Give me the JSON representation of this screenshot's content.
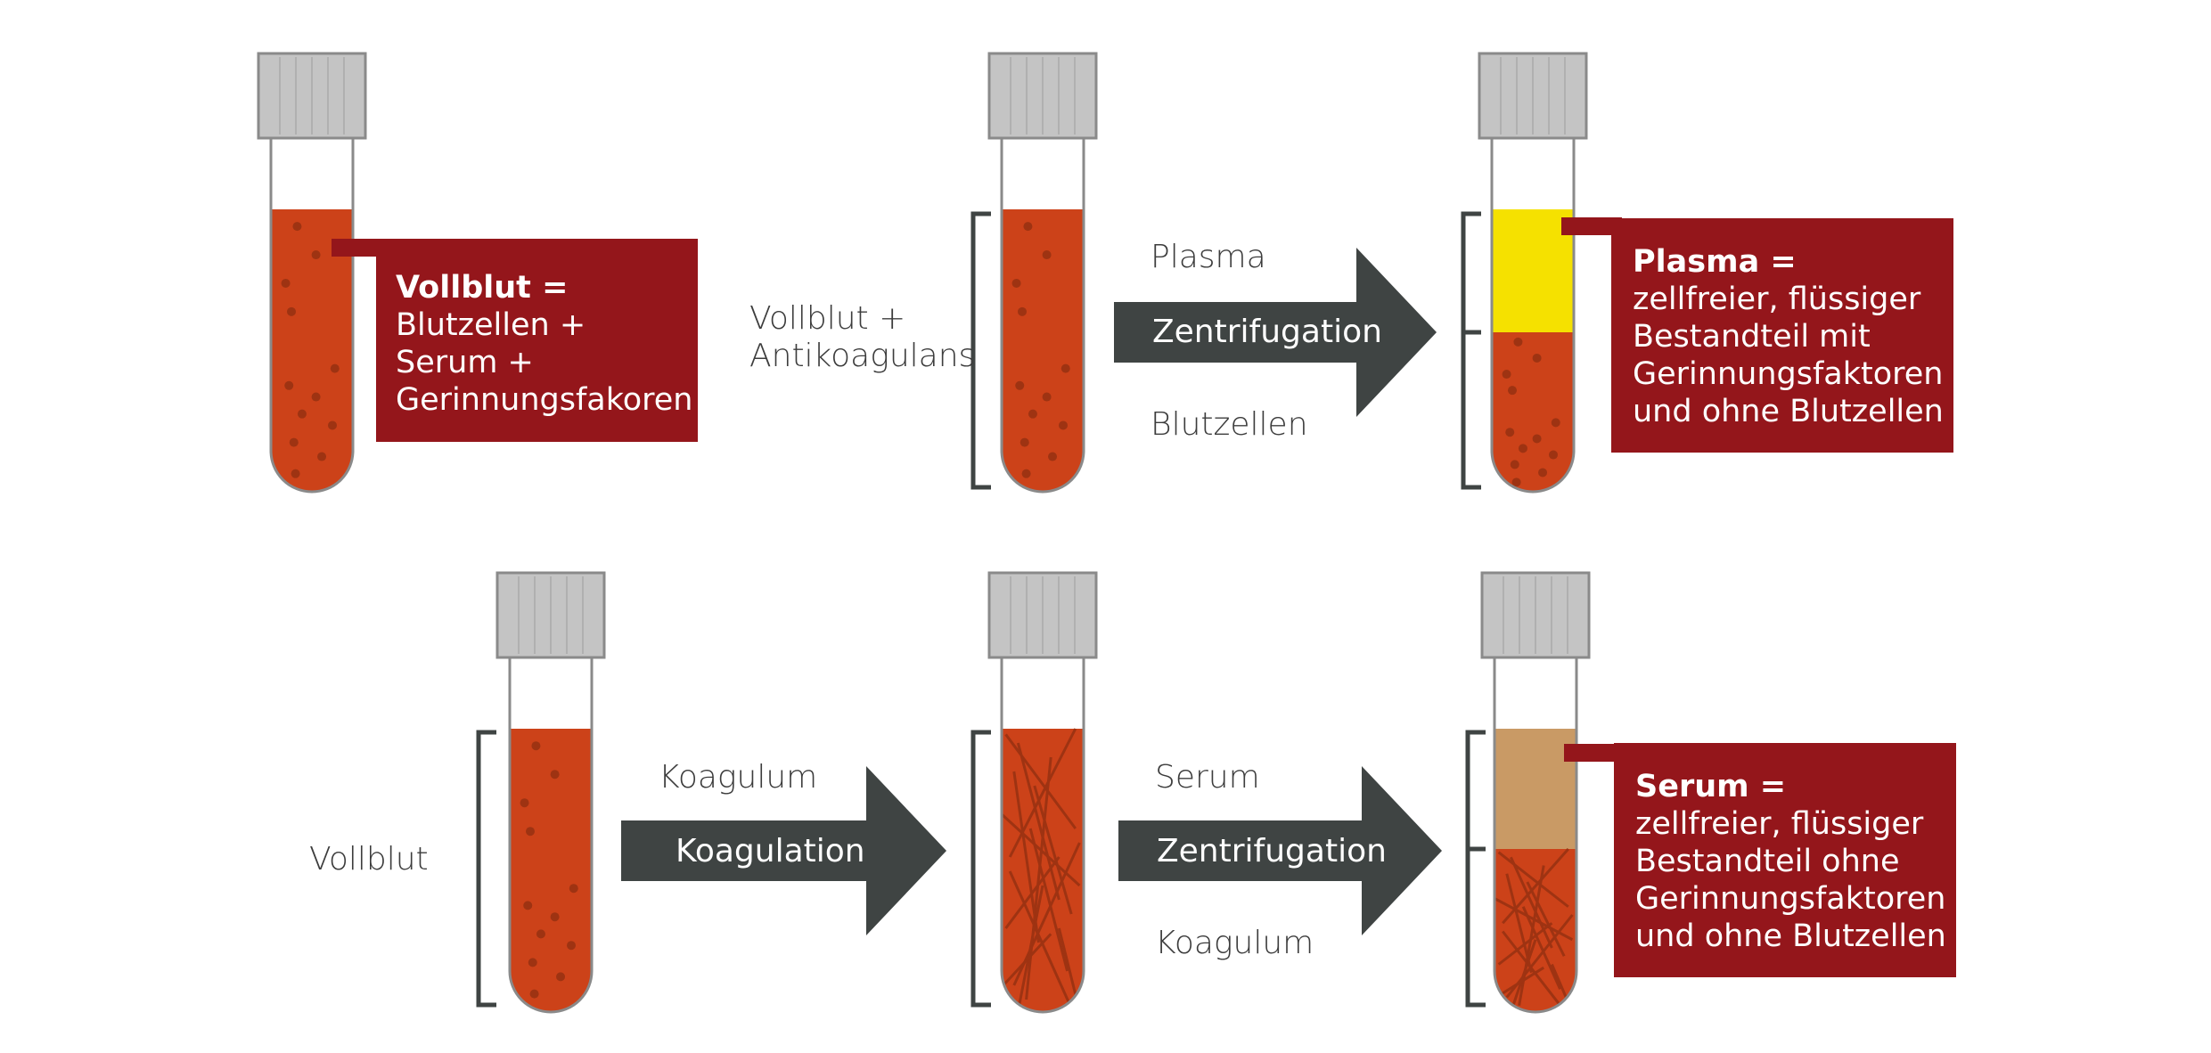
{
  "colors": {
    "blood": "#cc4219",
    "dots": "#9e3312",
    "plasma": "#f5e100",
    "serum": "#c99a65",
    "cap": "#c4c4c4",
    "tube_outline": "#8a8a8a",
    "bracket": "#3f4443",
    "arrow": "#3f4443",
    "box": "#94161b"
  },
  "top": {
    "whole_blood_box": {
      "head": "Vollblut =",
      "lines": [
        "Blutzellen +",
        "Serum +",
        "Gerinnungsfakoren"
      ]
    },
    "input_label": [
      "Vollblut +",
      "Antikoagulans"
    ],
    "arrow_label": "Zentrifugation",
    "above_arrow": "Plasma",
    "below_arrow": "Blutzellen",
    "result_box": {
      "head": "Plasma =",
      "lines": [
        "zellfreier, flüssiger",
        "Bestandteil mit",
        "Gerinnungsfaktoren",
        "und ohne Blutzellen"
      ]
    }
  },
  "bottom": {
    "input_label": "Vollblut",
    "arrow1_label": "Koagulation",
    "above_arrow1": "Koagulum",
    "arrow2_label": "Zentrifugation",
    "above_arrow2": "Serum",
    "below_arrow2": "Koagulum",
    "result_box": {
      "head": "Serum =",
      "lines": [
        "zellfreier, flüssiger",
        "Bestandteil ohne",
        "Gerinnungsfaktoren",
        "und ohne Blutzellen"
      ]
    }
  }
}
